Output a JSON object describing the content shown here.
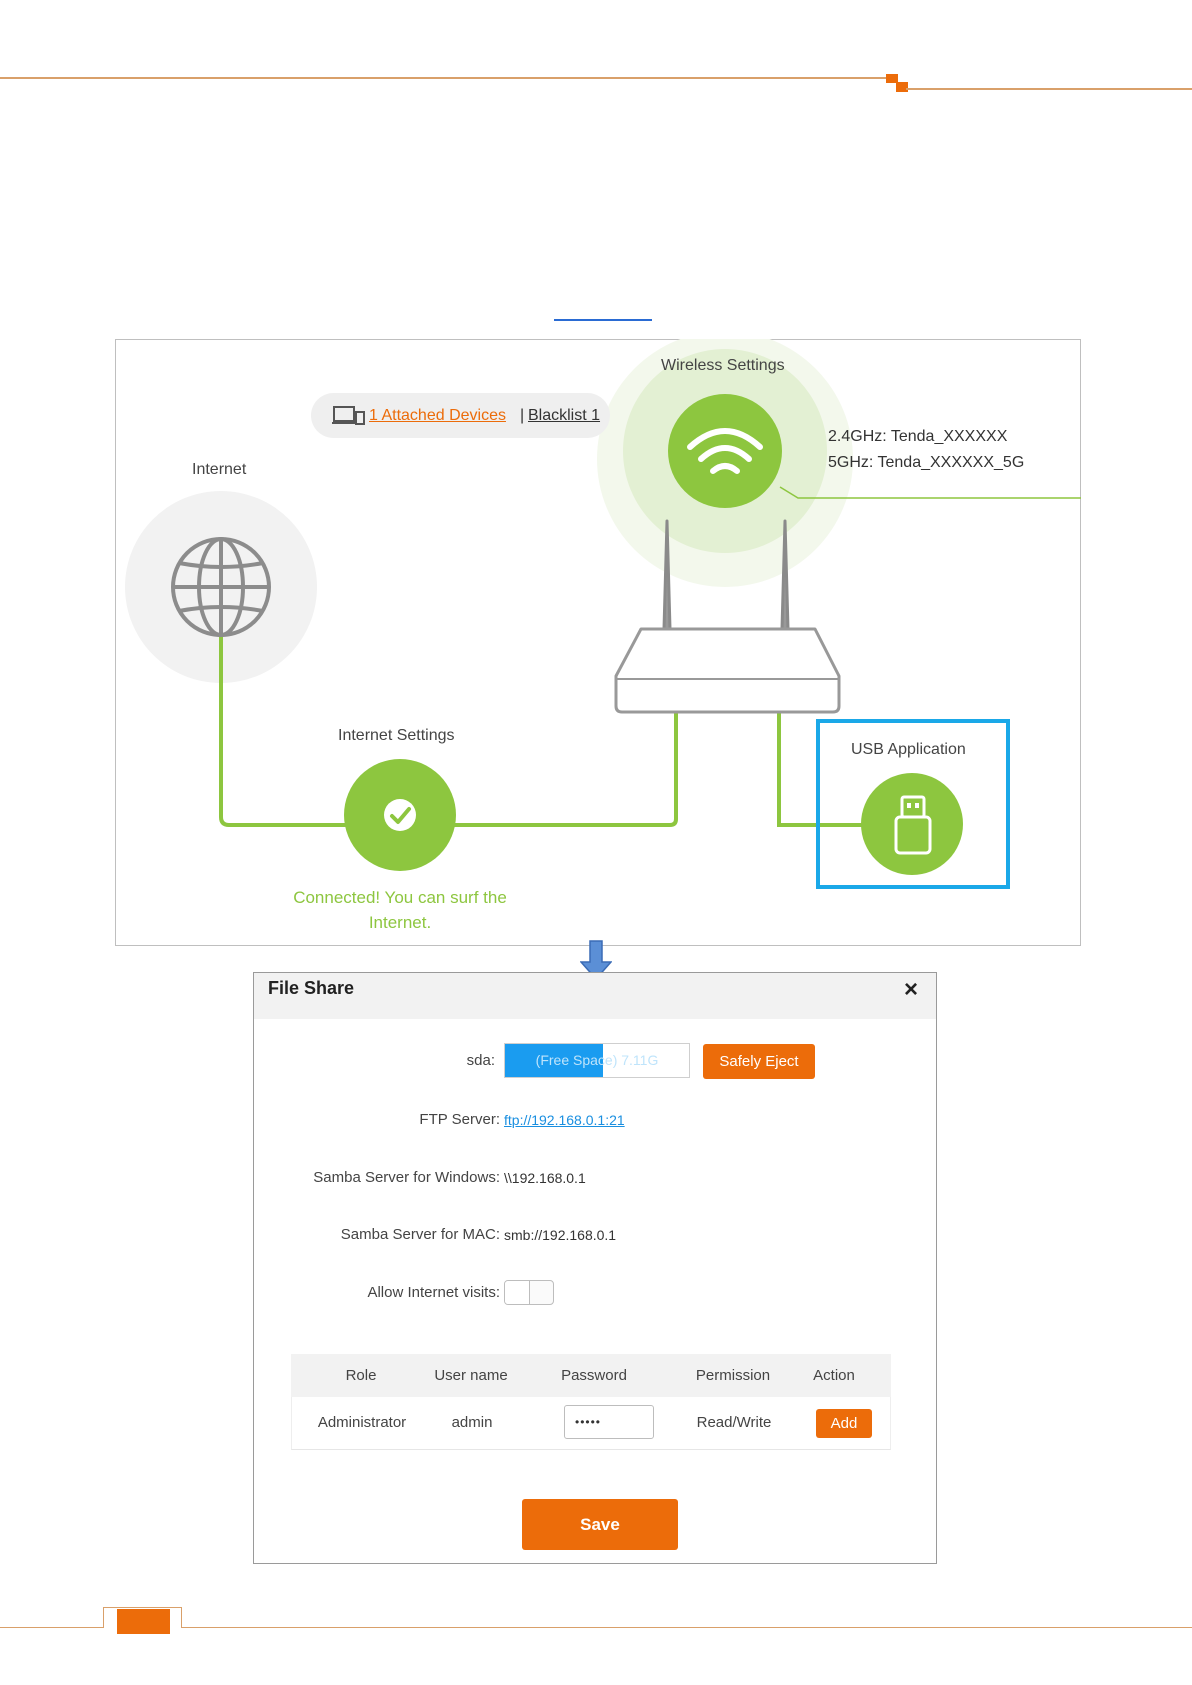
{
  "topology": {
    "attached_devices_link": "1 Attached Devices ",
    "separator": "|",
    "blacklist_link": " Blacklist 1",
    "internet_label": "Internet",
    "wireless_label": "Wireless Settings",
    "ssid_24": "2.4GHz: Tenda_XXXXXX",
    "ssid_5": "5GHz: Tenda_XXXXXX_5G",
    "internet_settings_label": "Internet Settings",
    "status_line1": "Connected! You can surf the",
    "status_line2": "Internet.",
    "usb_label": "USB Application",
    "colors": {
      "green": "#8dc63f",
      "accent": "#ec6c0a",
      "highlight": "#1aa8e8"
    }
  },
  "file_share": {
    "title": "File Share",
    "close": "×",
    "sda_label": "sda:",
    "sda_usage_text": "(Free Space) 7.11G",
    "sda_used_fraction": 0.53,
    "eject_button": "Safely Eject",
    "ftp_label": "FTP Server:",
    "ftp_value": "ftp://192.168.0.1:21",
    "samba_win_label": "Samba Server for Windows:",
    "samba_win_value": "\\\\192.168.0.1",
    "samba_mac_label": "Samba Server for MAC:",
    "samba_mac_value": "smb://192.168.0.1",
    "internet_visits_label": "Allow Internet visits:",
    "internet_visits_on": false,
    "table": {
      "headers": [
        "Role",
        "User name",
        "Password",
        "Permission",
        "Action"
      ],
      "rows": [
        {
          "role": "Administrator",
          "username": "admin",
          "password": "•••••",
          "permission": "Read/Write",
          "action": "Add"
        }
      ]
    },
    "save_button": "Save"
  }
}
